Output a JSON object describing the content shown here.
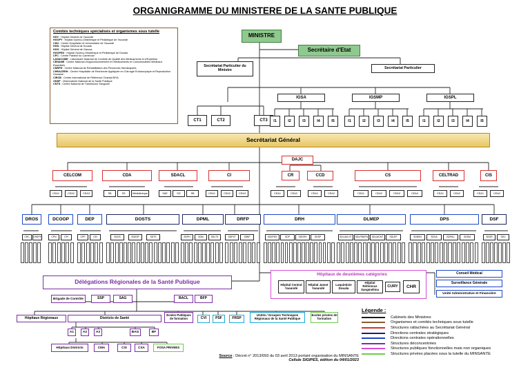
{
  "title": "ORGANIGRAMME DU MINISTERE DE LA SANTE PUBLIQUE",
  "committees": {
    "heading": "Comités techniques spécialisés et organismes sous tutelle",
    "items": [
      {
        "abbr": "HGY",
        "text": " : Hôpital Général de Yaoundé"
      },
      {
        "abbr": "HGOPY",
        "text": " : Hôpital Gynéco-Obstétrique et Pédiatrique de Yaoundé"
      },
      {
        "abbr": "CHU",
        "text": " : Centre Hospitalier et Universitaire de Yaoundé"
      },
      {
        "abbr": "HGD",
        "text": " : Hôpital Général de Douala"
      },
      {
        "abbr": "HGG",
        "text": " : Hôpital Général de Garoua"
      },
      {
        "abbr": "HGOPED",
        "text": " : Hôpital Gynéco-Obstétrique et Pédiatrique de Douala"
      },
      {
        "abbr": "CPC",
        "text": " : Centre Pasteur du Cameroun"
      },
      {
        "abbr": "LANACOME",
        "text": " : Laboratoire National de Contrôle de Qualité des Médicaments et d'Expertise"
      },
      {
        "abbr": "CENAME",
        "text": " : Centre National d'Approvisionnement en Médicaments et Consommables Médicaux Essentiels"
      },
      {
        "abbr": "CNRPH",
        "text": " : Centre National de Réhabilitation des Personnes Handicapées"
      },
      {
        "abbr": "CHRACERH",
        "text": " : Centre Hospitalier de Recherche Appliquée en Chirurgie Endoscopique et Reproduction Humaine"
      },
      {
        "abbr": "CIRCB",
        "text": " : Centre International de Référence Chantal BIYA"
      },
      {
        "abbr": "ONSP",
        "text": " : Observatoire National de la Santé Publique"
      },
      {
        "abbr": "CNTS",
        "text": " : Centre National de Transfusion Sanguine"
      }
    ]
  },
  "ministre": "MINISTRE",
  "secretaire_etat": "Secrétaire d'Etat",
  "sec_part_ministre": "Secrétariat Particulier du Ministre",
  "sec_part": "Secrétariat Particulier",
  "inspections": [
    "IGSA",
    "IGSMP",
    "IGSPL"
  ],
  "ct": [
    "CT1",
    "CT2",
    "CT3"
  ],
  "inspectors": [
    "I1",
    "I2",
    "I3",
    "I4",
    "I5"
  ],
  "secretariat_general": "Secrétariat Général",
  "dajc": "DAJC",
  "cr": "CR",
  "ccd": "CCD",
  "celcom": "CELCOM",
  "cda": "CDA",
  "sdacl": "SDACL",
  "ci": "CI",
  "cs": "CS",
  "celtrad": "CELTRAD",
  "cis": "CIS",
  "celcom_subs": [
    "CEA1",
    "CEA2",
    "CEA3"
  ],
  "cda_subs": [
    "SB",
    "SS",
    "Médiathèque"
  ],
  "sdacl_subs": [
    "SAE",
    "SG",
    "SB"
  ],
  "ci_subs": [
    "CEA1",
    "CEA2",
    "CEA3"
  ],
  "cr_subs": [
    "CEA1",
    "CEA2"
  ],
  "ccd_subs": [
    "CEA1",
    "CEA2"
  ],
  "cs_subs": [
    "CEA1",
    "CEA2",
    "CEA3",
    "CEA4"
  ],
  "celtrad_subs": [
    "CEA1",
    "CEA2"
  ],
  "cis_subs": [
    "CEA1",
    "CEA2"
  ],
  "directions": [
    "DROS",
    "DCOOP",
    "DEP",
    "DOSTS",
    "DPML",
    "DRFP",
    "DRH",
    "DLMEP",
    "DPS",
    "DSF"
  ],
  "sd_labels": {
    "dros": [
      "CRC",
      "CRSPE"
    ],
    "dcoop": [
      "CPN",
      "CPI"
    ],
    "dep": [
      "CPP",
      "CEI"
    ],
    "dosts": [
      "SDOS",
      "SDESP",
      "SDTS"
    ],
    "dpml": [
      "SDPH",
      "SDM",
      "SDLTS"
    ],
    "drfp": [
      "SDFST",
      "SDBF"
    ],
    "drh": [
      "SIGIPES",
      "SDP",
      "SDDRH",
      "SDSP"
    ],
    "dlmep": [
      "SDLUM-GT",
      "SDLPBMTN",
      "SDLMCNT",
      "SDLEP"
    ],
    "dps": [
      "SDBSN",
      "SDHA",
      "SDPAC",
      "SDSM"
    ],
    "dsf": [
      "SDSR",
      "SDV"
    ]
  },
  "delegations": "Délégations Régionales de la Santé Publique",
  "hop2_title": "Hôpitaux de deuxièmes catégories",
  "hop2": [
    "Hôpital Central Yaoundé",
    "Hôpital Jamot Yaoundé",
    "Laquintinie Douala",
    "Hôpital Référence Sangmelima",
    "CURY",
    "CHR"
  ],
  "conseil": [
    "Conseil Médical",
    "Surveillance Générale",
    "Unité Administrative et Financière"
  ],
  "dr_row1": [
    "Brigade de Contrôle",
    "SSP",
    "SAG",
    "BACL",
    "BFP"
  ],
  "hopitaux_regionaux": "Hôpitaux Régionaux",
  "districts": "Districts de Santé",
  "ecoles_publiques": "Ecoles Publiques de formation",
  "cvi": "CVI",
  "psf": "PSF",
  "frsp": "FRSP",
  "utgs": "Unités / Groupes Techniques Régionaux de la Santé Publique",
  "ecoles_privees": "Ecoles privées de formation",
  "district_row": [
    "A1",
    "A2",
    "A3",
    "BAG",
    "BF"
  ],
  "bottom_row": [
    "Hôpitaux Districts",
    "CMA",
    "CSI",
    "CSA",
    "FOSA PRIVEES"
  ],
  "legend_title": "Légende :",
  "legend": [
    {
      "label": "Cabinets des Ministres",
      "color": "#1a1a1a"
    },
    {
      "label": "Organismes et comités techniques sous tutelle",
      "color": "#8a5a2a"
    },
    {
      "label": "Structures rattachées au Secrétariat Général",
      "color": "#d92d2d"
    },
    {
      "label": "Directions centrales stratégiques",
      "color": "#17225e"
    },
    {
      "label": "Directions centrales opérationnelles",
      "color": "#1a46c4"
    },
    {
      "label": "Structures déconcentrées",
      "color": "#7a2ea3"
    },
    {
      "label": "Structures publiques fonctionnelles mais non organiques",
      "color": "#d64ad6"
    },
    {
      "label": "Structures privées placées sous la tutelle du MINSANTE",
      "color": "#6dcc4a"
    }
  ],
  "source_label": "Source",
  "source_text": " : Décret n° 2013/093 du 03 avril 2013 portant organisation du MINSANTE",
  "source_cell": "Cellule SIGIPES, édition du 04/01/2023"
}
